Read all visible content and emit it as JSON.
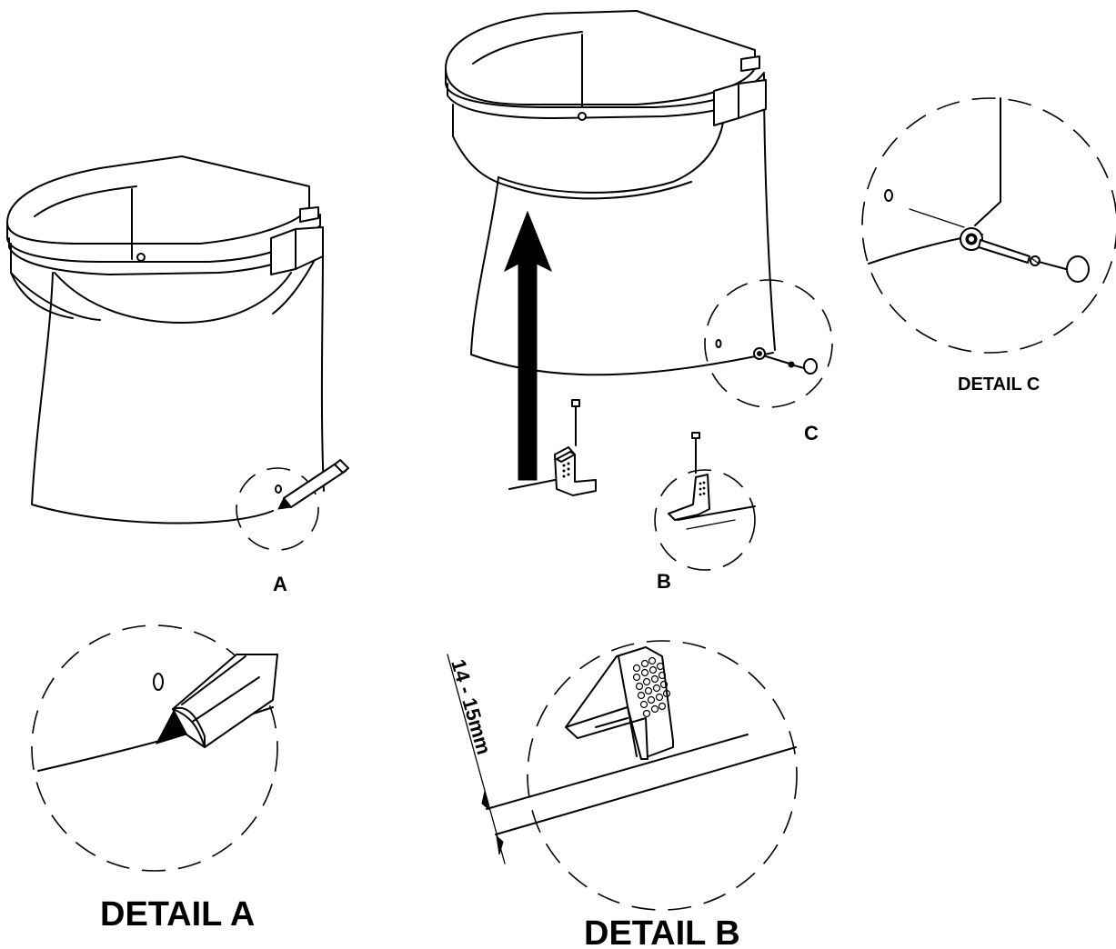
{
  "labels": {
    "a": "A",
    "b": "B",
    "c": "C",
    "detail_a": "DETAIL A",
    "detail_b": "DETAIL B",
    "detail_c": "DETAIL C",
    "dimension": "14 - 15mm"
  },
  "icons": {
    "left_toilet": "toilet-icon",
    "lifted_toilet": "toilet-icon",
    "arrow": "up-arrow-icon",
    "bracket": "mounting-bracket-icon",
    "pencil": "pencil-icon",
    "screw": "screw-icon"
  }
}
